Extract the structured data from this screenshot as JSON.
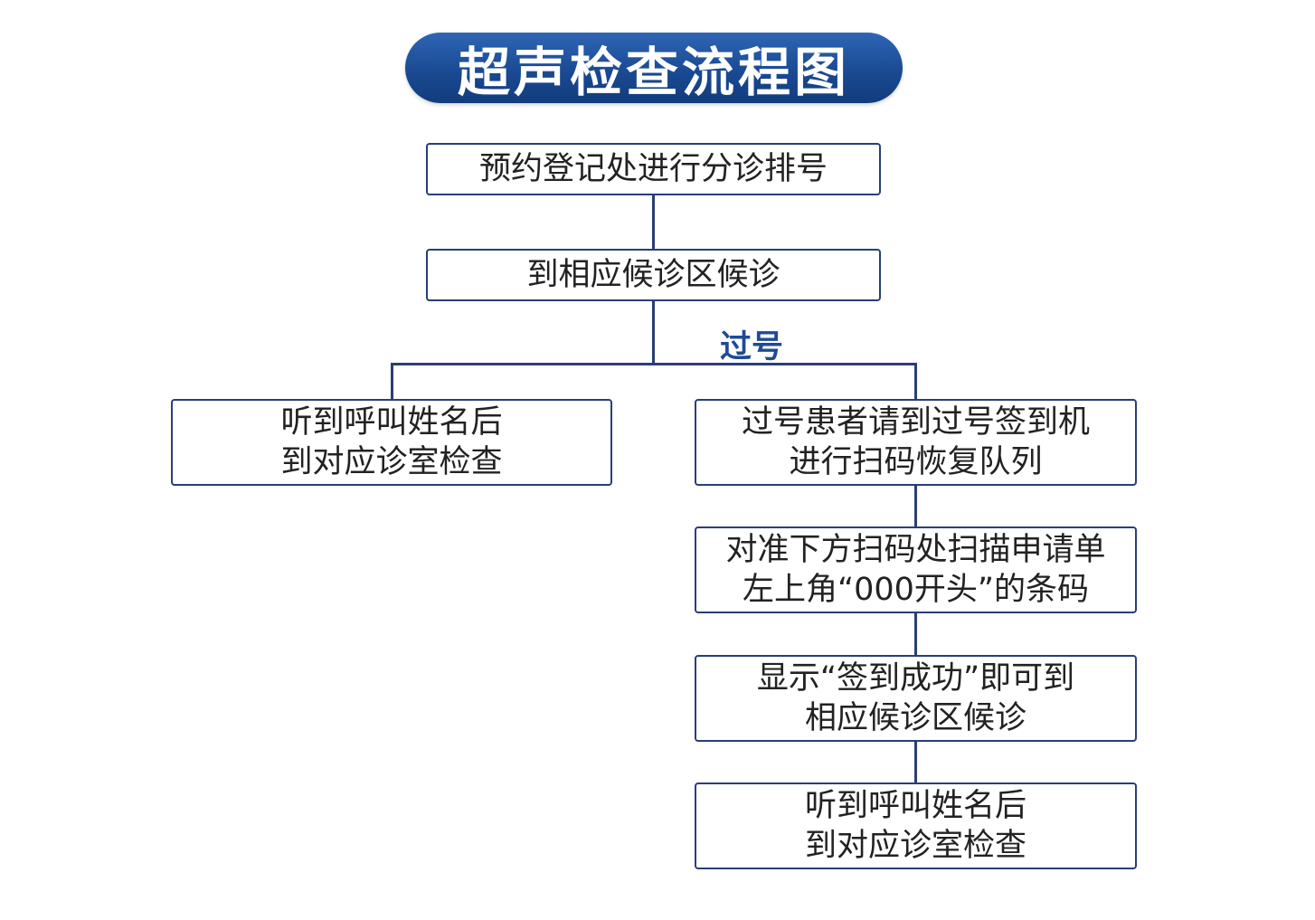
{
  "title": "超声检查流程图",
  "steps": {
    "register": "预约登记处进行分诊排号",
    "wait": "到相应候诊区候诊",
    "missed_label": "过号",
    "normal_exam": {
      "line1": "听到呼叫姓名后",
      "line2": "到对应诊室检查"
    },
    "missed_checkin": {
      "line1": "过号患者请到过号签到机",
      "line2": "进行扫码恢复队列"
    },
    "scan": {
      "line1": "对准下方扫码处扫描申请单",
      "line2": "左上角“000开头”的条码"
    },
    "success": {
      "line1": "显示“签到成功”即可到",
      "line2": "相应候诊区候诊"
    },
    "final_exam": {
      "line1": "听到呼叫姓名后",
      "line2": "到对应诊室检查"
    }
  },
  "colors": {
    "title_bg": "#1a4a93",
    "border": "#2a3e77",
    "label": "#1f4a96"
  }
}
